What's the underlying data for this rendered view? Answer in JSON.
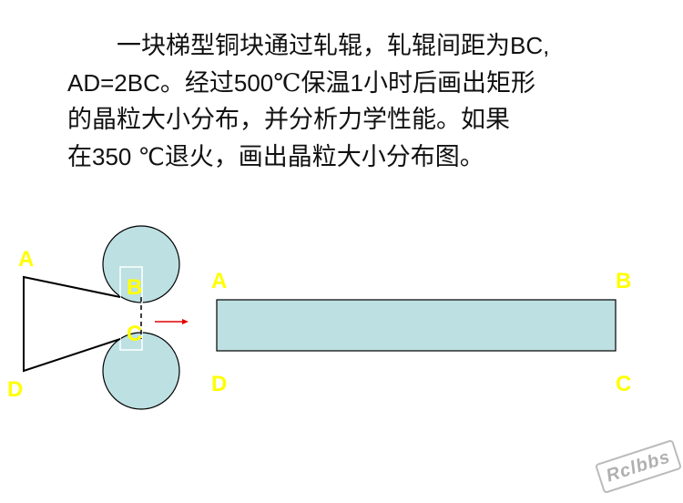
{
  "problem": {
    "line1_a": "一块梯型铜块通过轧辊，轧辊间距为",
    "line1_b": "BC,",
    "line2_a": "AD=2BC",
    "line2_b": "。经过",
    "line2_c": "500",
    "line2_d": "℃保温",
    "line2_e": "1",
    "line2_f": "小时后画出矩形",
    "line3": "的晶粒大小分布，并分析力学性能。如果",
    "line4_a": "在",
    "line4_b": "350 ℃",
    "line4_c": "退火，画出晶粒大小分布图。"
  },
  "left_figure": {
    "label_a": "A",
    "label_b": "B",
    "label_c": "C",
    "label_d": "D"
  },
  "right_figure": {
    "label_a": "A",
    "label_b": "B",
    "label_c": "C",
    "label_d": "D"
  },
  "watermark": "Rclbbs",
  "colors": {
    "roller_fill": "#bde0e2",
    "rectangle_fill": "#bde0e2",
    "label_color": "#ffff00",
    "arrow_color": "#e00000"
  }
}
